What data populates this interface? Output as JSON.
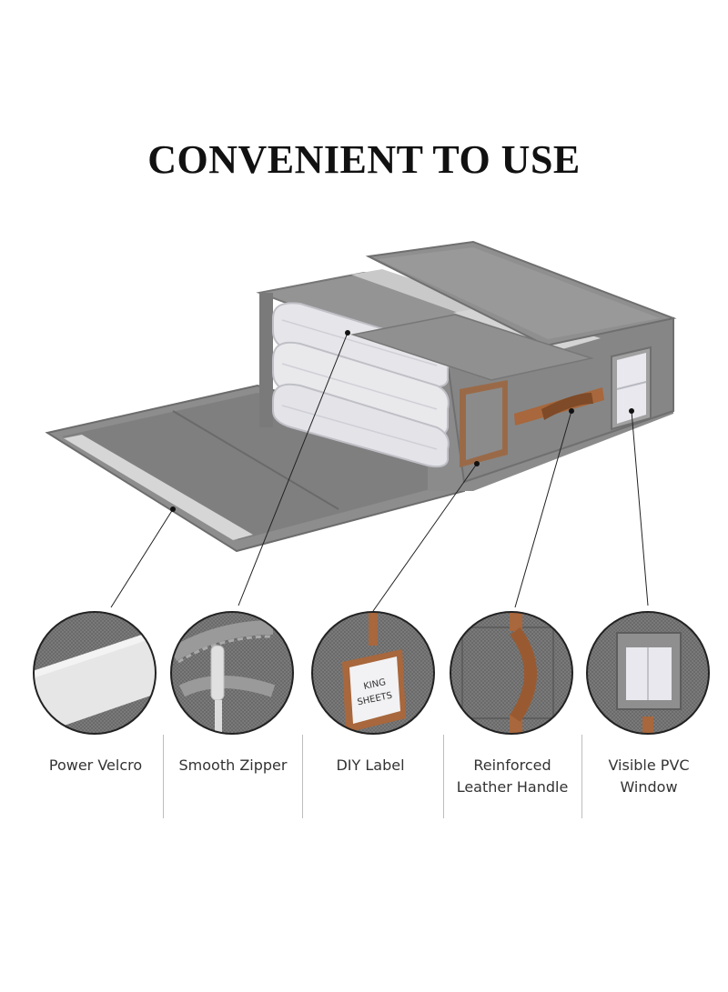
{
  "headline": "CONVENIENT TO USE",
  "tag_text": [
    "KING",
    "SHEETS"
  ],
  "colors": {
    "body": "#8a8a8a",
    "body_dark": "#6f6f6f",
    "body_light": "#a2a2a2",
    "sheet": "#e9e9ec",
    "leather": "#a8673c",
    "velcro": "#d9d9d9"
  },
  "features": [
    {
      "id": "velcro",
      "label": "Power Velcro"
    },
    {
      "id": "zipper",
      "label": "Smooth Zipper"
    },
    {
      "id": "label",
      "label": "DIY   Label"
    },
    {
      "id": "handle",
      "label": "Reinforced\nLeather Handle"
    },
    {
      "id": "window",
      "label": "Visible PVC\nWindow"
    }
  ]
}
